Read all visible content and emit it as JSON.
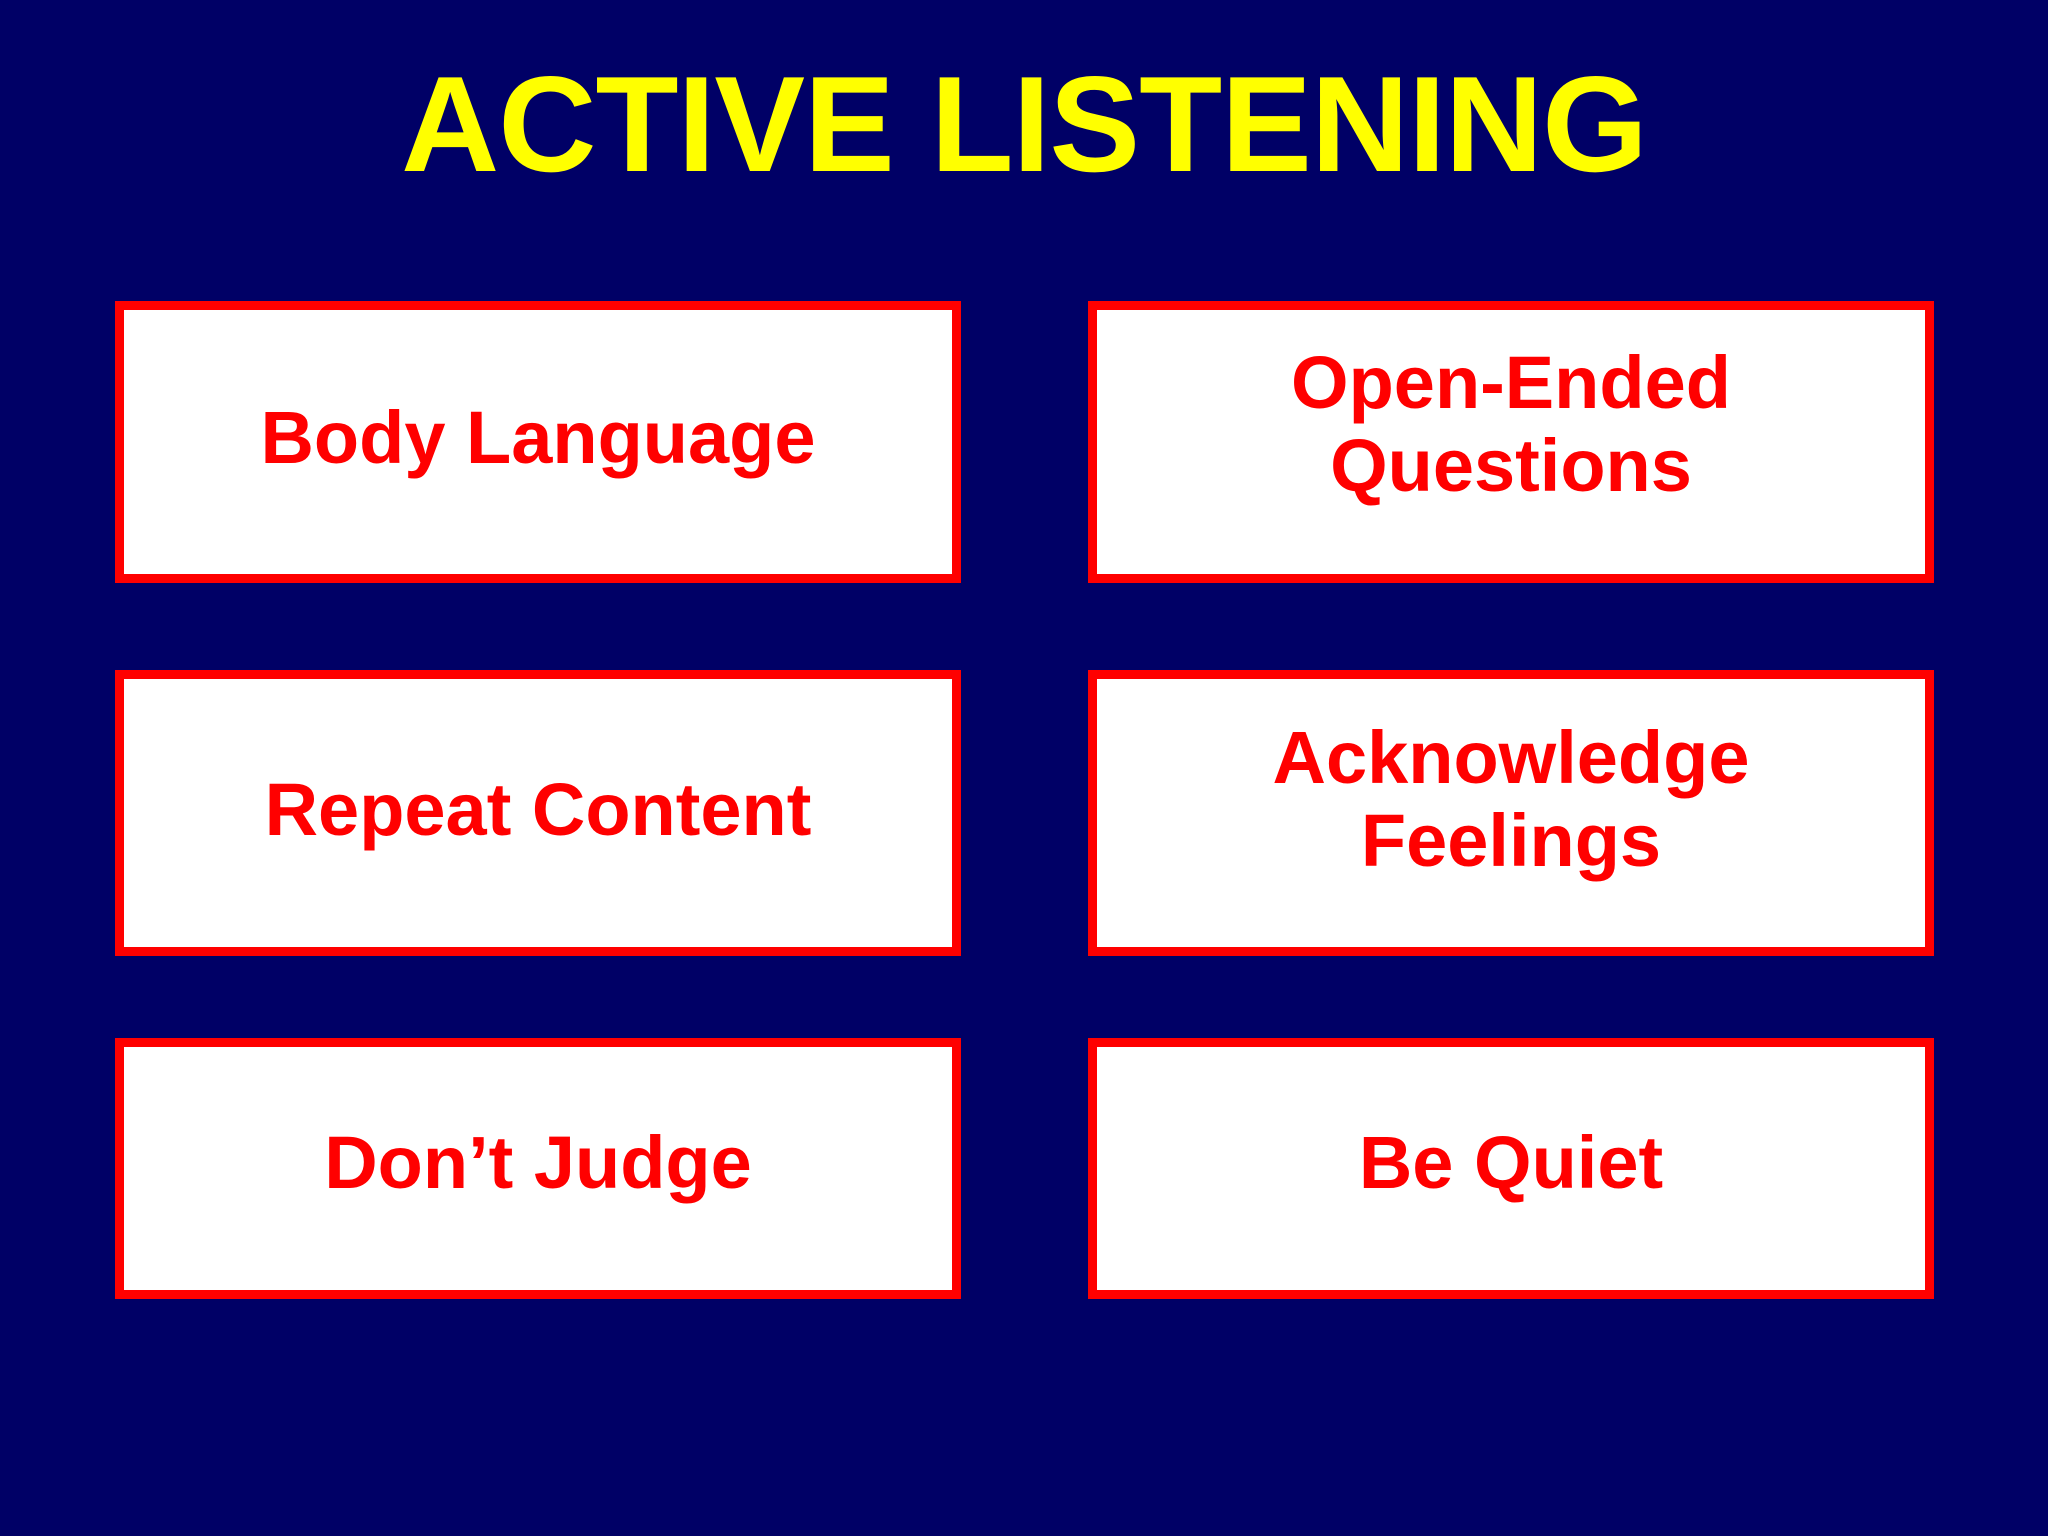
{
  "slide": {
    "background_color": "#000066",
    "title": "ACTIVE LISTENING",
    "title_color": "#FFFF00",
    "box_border_color": "#FF0000",
    "box_fill_color": "#FFFFFF",
    "box_text_color": "#FF0000"
  },
  "boxes": [
    {
      "id": "body-language",
      "label": "Body Language",
      "lines": [
        "Body Language"
      ],
      "column": "left",
      "row": 1
    },
    {
      "id": "open-ended-questions",
      "label": "Open-Ended Questions",
      "lines": [
        "Open-Ended",
        "Questions"
      ],
      "column": "right",
      "row": 1
    },
    {
      "id": "repeat-content",
      "label": "Repeat Content",
      "lines": [
        "Repeat Content"
      ],
      "column": "left",
      "row": 2
    },
    {
      "id": "acknowledge-feelings",
      "label": "Acknowledge Feelings",
      "lines": [
        "Acknowledge",
        "Feelings"
      ],
      "column": "right",
      "row": 2
    },
    {
      "id": "dont-judge",
      "label": "Don’t Judge",
      "lines": [
        "Don’t Judge"
      ],
      "column": "left",
      "row": 3
    },
    {
      "id": "be-quiet",
      "label": "Be Quiet",
      "lines": [
        "Be Quiet"
      ],
      "column": "right",
      "row": 3
    }
  ]
}
